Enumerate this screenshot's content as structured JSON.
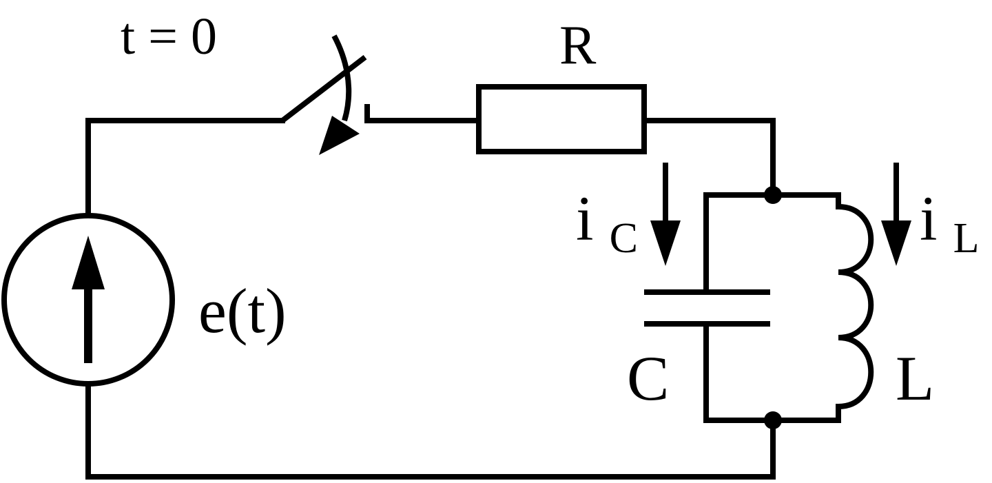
{
  "colors": {
    "stroke": "#000000",
    "background": "#ffffff"
  },
  "labels": {
    "switch_time": "t = 0",
    "resistor": "R",
    "source": "e(t)",
    "capacitor": "C",
    "inductor": "L",
    "current_c_main": "i",
    "current_c_sub": "C",
    "current_l_main": "i",
    "current_l_sub": "L"
  }
}
